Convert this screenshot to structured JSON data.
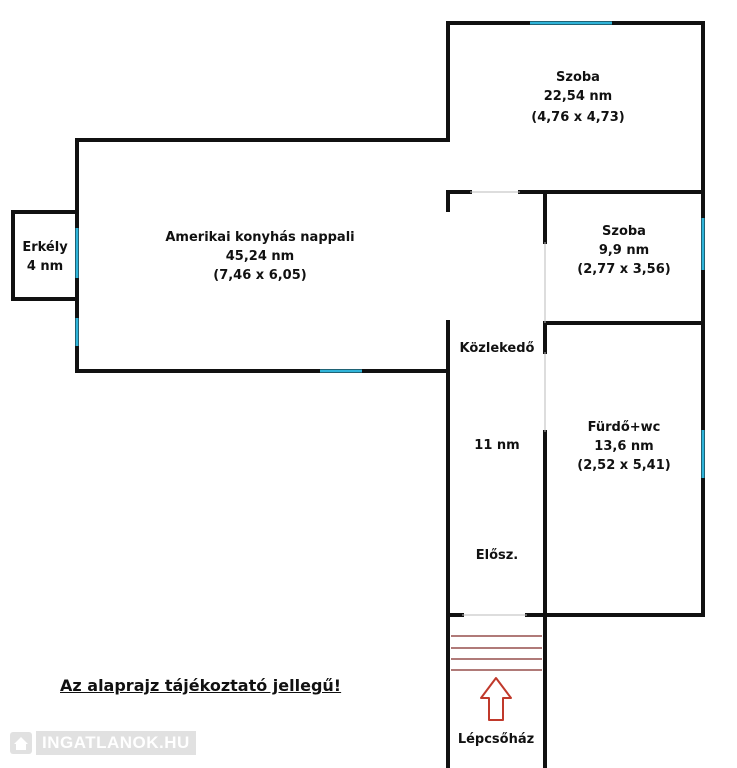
{
  "rooms": {
    "erkely": {
      "name": "Erkély",
      "area": "4 nm"
    },
    "nappali": {
      "name": "Amerikai konyhás nappali",
      "area": "45,24 nm",
      "dims": "(7,46 x 6,05)"
    },
    "szoba1": {
      "name": "Szoba",
      "area": "22,54 nm",
      "dims": "(4,76 x 4,73)"
    },
    "szoba2": {
      "name": "Szoba",
      "area": "9,9 nm",
      "dims": "(2,77 x 3,56)"
    },
    "furdo": {
      "name": "Fürdő+wc",
      "area": "13,6 nm",
      "dims": "(2,52 x 5,41)"
    },
    "kozlekedo": {
      "name": "Közlekedő",
      "area": "11 nm"
    },
    "eloszoba": {
      "name": "Elősz."
    },
    "lepcsohaz": {
      "name": "Lépcsőház"
    }
  },
  "disclaimer": "Az alaprajz tájékoztató jellegű!",
  "watermark": "INGATLANOK.HU",
  "colors": {
    "wall": "#111111",
    "window": "#2fb3d8",
    "arrow": "#c0392b",
    "stairs": "#b07a78"
  }
}
